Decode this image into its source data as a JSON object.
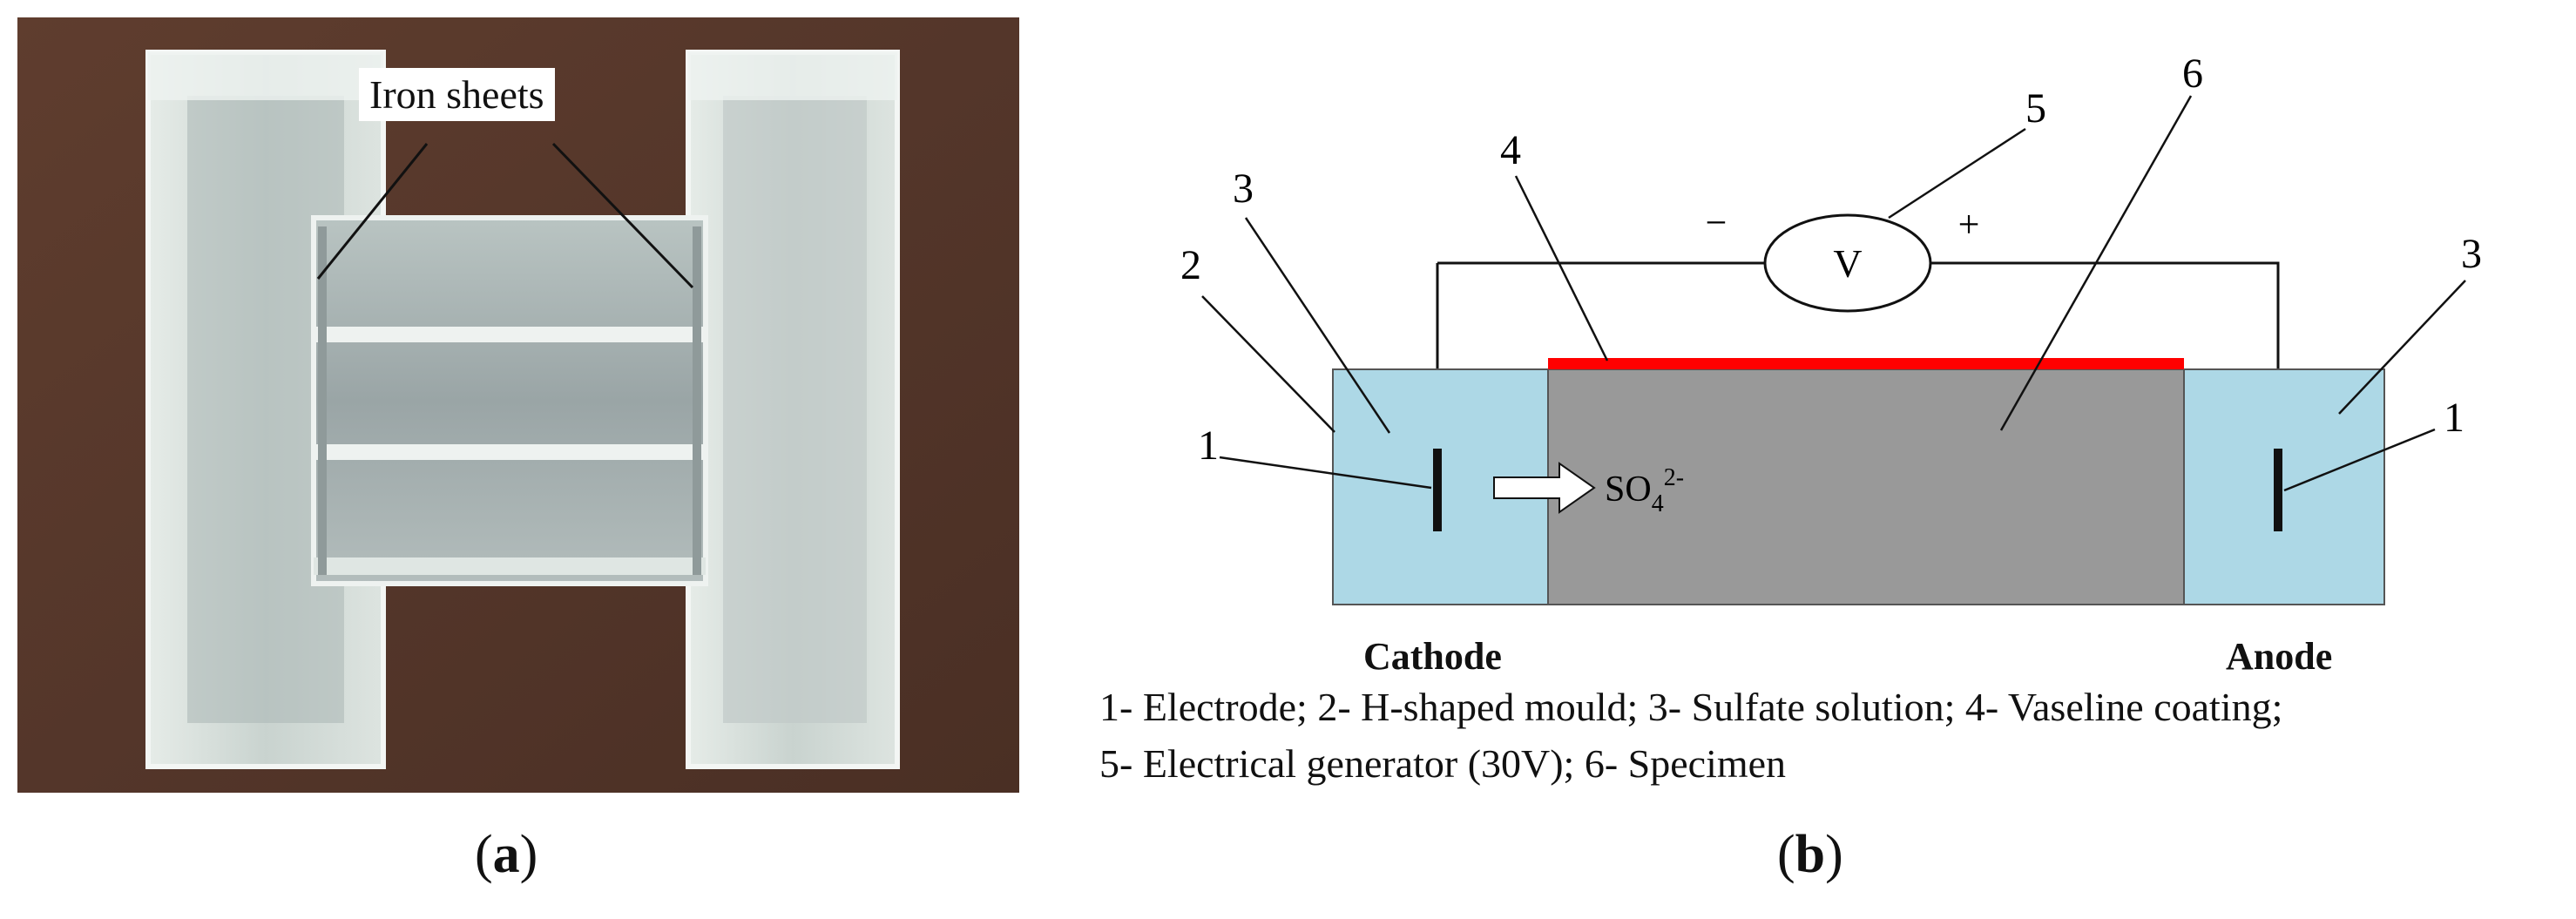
{
  "panel_a": {
    "label": "Iron sheets",
    "caption": "a"
  },
  "panel_b": {
    "caption": "b",
    "numbers": {
      "n1_left": "1",
      "n1_right": "1",
      "n2": "2",
      "n3_left": "3",
      "n3_right": "3",
      "n4": "4",
      "n5": "5",
      "n6": "6"
    },
    "voltmeter": "V",
    "minus": "−",
    "plus": "+",
    "ion_base": "SO",
    "ion_sub": "4",
    "ion_sup": "2-",
    "cathode": "Cathode",
    "anode": "Anode",
    "legend_line1": "1- Electrode; 2- H-shaped mould; 3- Sulfate solution; 4- Vaseline coating;",
    "legend_line2": "5- Electrical generator (30V); 6- Specimen"
  },
  "colors": {
    "solution": "#add8e6",
    "specimen": "#999999",
    "coating": "#ff0000",
    "photo_background": "#5a3a2c"
  }
}
